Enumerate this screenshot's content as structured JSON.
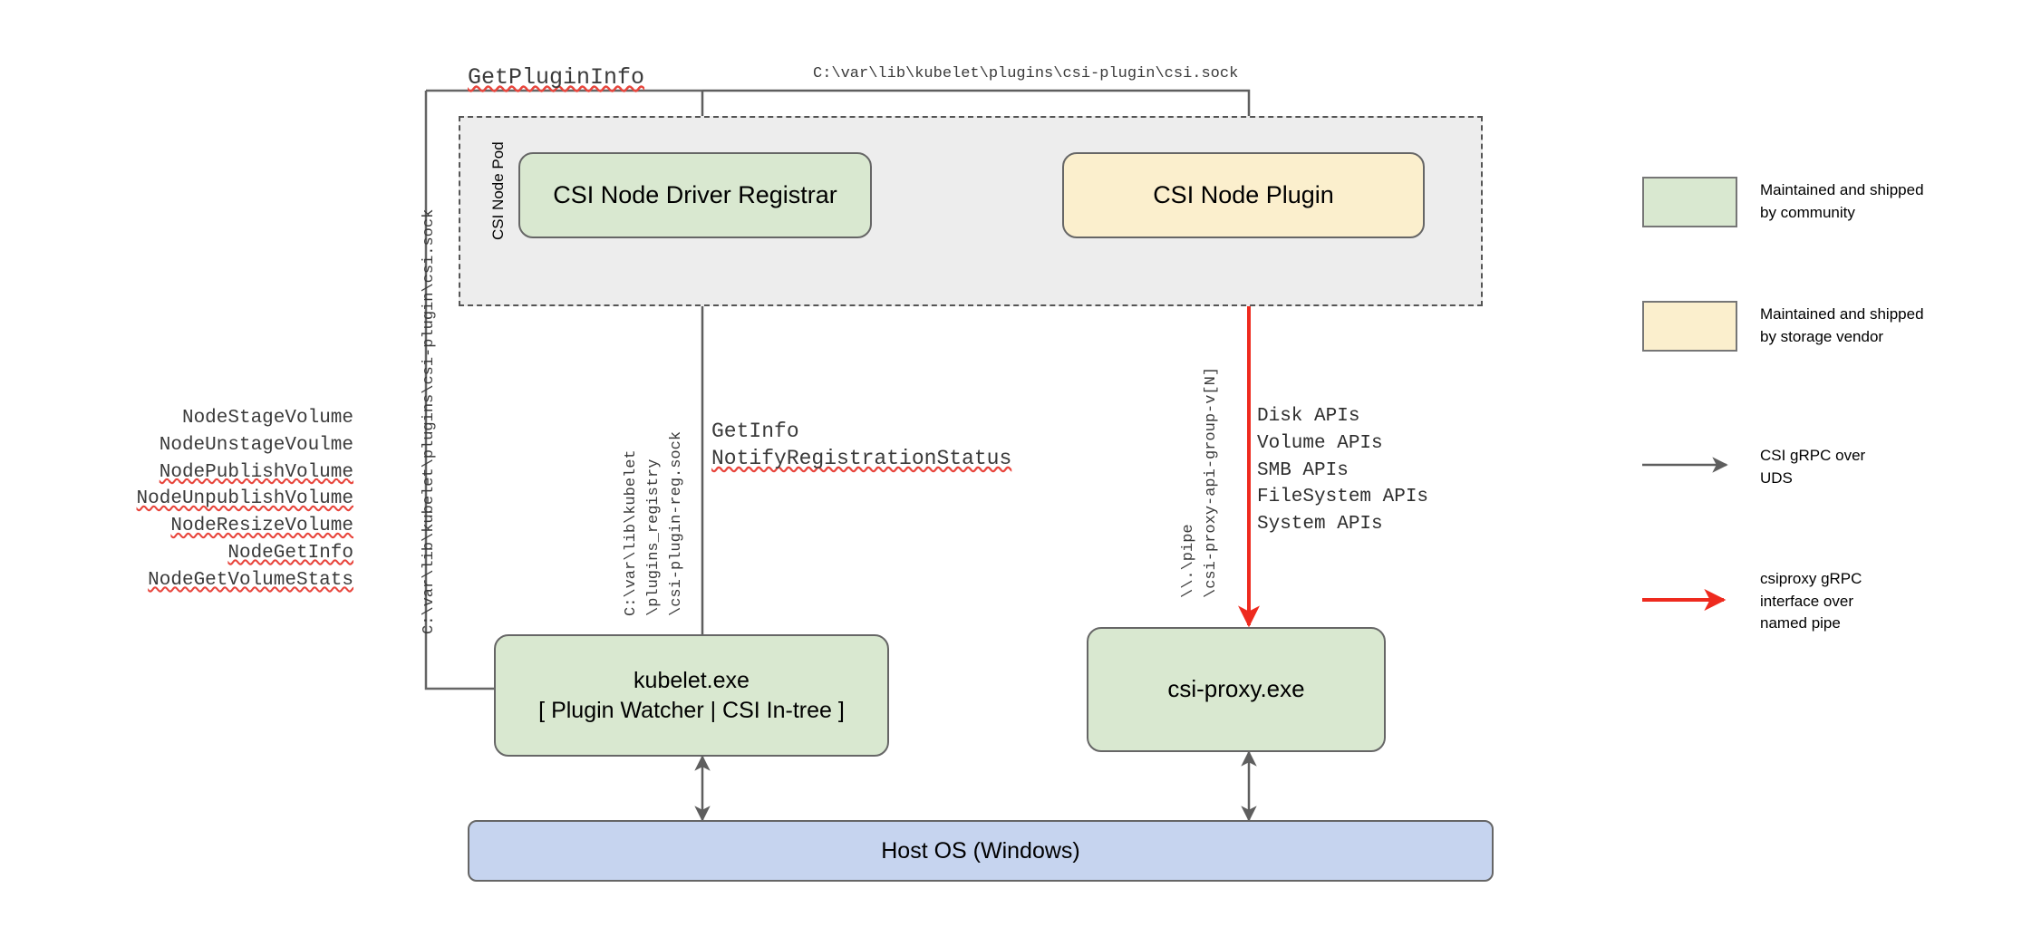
{
  "diagram": {
    "pod": {
      "title": "CSI Node Pod"
    },
    "nodes": {
      "registrar": {
        "label": "CSI Node Driver Registrar",
        "fill": "#d9e8d0"
      },
      "node_plugin": {
        "label": "CSI Node Plugin",
        "fill": "#fbefcd"
      },
      "kubelet": {
        "label": "kubelet.exe\n[ Plugin Watcher | CSI In-tree ]",
        "fill": "#d9e8d0"
      },
      "csi_proxy": {
        "label": "csi-proxy.exe",
        "fill": "#d9e8d0"
      },
      "host_os": {
        "label": "Host OS (Windows)",
        "fill": "#c6d4ef"
      }
    },
    "labels": {
      "get_plugin_info": "GetPluginInfo",
      "csi_sock_path_top": "C:\\var\\lib\\kubelet\\plugins\\csi-plugin\\csi.sock",
      "csi_sock_path_left": "C:\\var\\lib\\kubelet\\plugins\\csi-plugin\\csi.sock",
      "registry_path": [
        "C:\\var\\lib\\kubelet",
        "\\plugins_registry",
        "\\csi-plugin-reg.sock"
      ],
      "get_info": "GetInfo",
      "notify_registration_status": "NotifyRegistrationStatus",
      "named_pipe": [
        "\\\\.\\pipe",
        "\\csi-proxy-api-group-v[N]"
      ]
    },
    "node_rpcs": [
      "NodeStageVolume",
      "NodeUnstageVoulme",
      "NodePublishVolume",
      "NodeUnpublishVolume",
      "NodeResizeVolume",
      "NodeGetInfo",
      "NodeGetVolumeStats"
    ],
    "proxy_apis": "Disk APIs\nVolume APIs\nSMB APIs\nFileSystem APIs\nSystem APIs"
  },
  "legend": {
    "items": [
      {
        "kind": "swatch",
        "color": "#d9e8d0",
        "text": "Maintained and shipped\nby community"
      },
      {
        "kind": "swatch",
        "color": "#fbefcd",
        "text": "Maintained and shipped\nby storage vendor"
      },
      {
        "kind": "arrow",
        "color": "#5e5e5e",
        "text": "CSI gRPC over\nUDS"
      },
      {
        "kind": "arrow",
        "color": "#ee2a1e",
        "text": "csiproxy gRPC\ninterface over\nnamed pipe"
      }
    ]
  },
  "colors": {
    "community_green": "#d9e8d0",
    "vendor_yellow": "#fbefcd",
    "host_blue": "#c6d4ef",
    "pod_gray": "#ededed",
    "arrow_gray": "#5e5e5e",
    "arrow_red": "#ee2a1e",
    "stroke_gray": "#666666"
  }
}
